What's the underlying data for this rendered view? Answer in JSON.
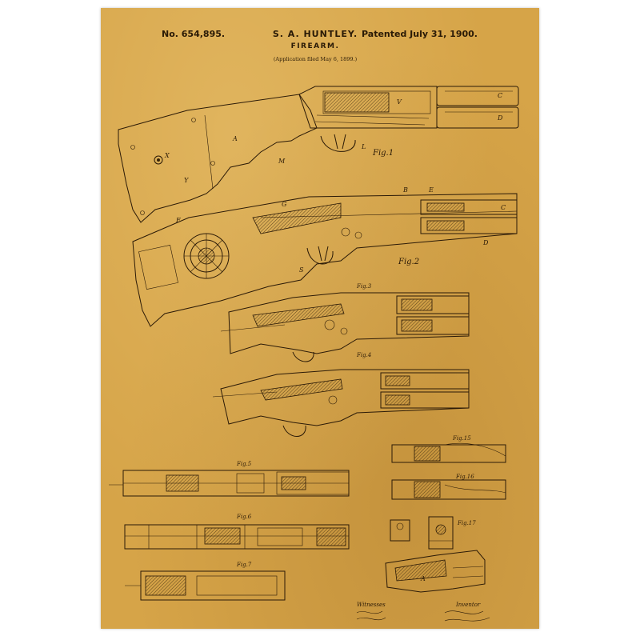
{
  "header": {
    "patent_number": "No. 654,895.",
    "inventor": "S. A. HUNTLEY.",
    "patented": "Patented July 31, 1900.",
    "title": "FIREARM.",
    "application": "(Application filed May 6, 1899.)"
  },
  "figures": {
    "fig1": "Fig.1",
    "fig2": "Fig.2",
    "fig3": "Fig.3",
    "fig4": "Fig.4",
    "fig5": "Fig.5",
    "fig6": "Fig.6",
    "fig7": "Fig.7",
    "fig15": "Fig.15",
    "fig16": "Fig.16",
    "fig17": "Fig.17"
  },
  "labels": {
    "c": "C",
    "d": "D",
    "v": "V",
    "x": "X",
    "y": "Y",
    "a": "A",
    "m": "M",
    "l": "L",
    "e": "E",
    "g": "G",
    "f": "F",
    "s": "S",
    "b": "B"
  },
  "footer": {
    "witnesses": "Witnesses",
    "inventor_label": "Inventor"
  },
  "colors": {
    "paper": "#d6a448",
    "ink": "#2b1a07"
  }
}
